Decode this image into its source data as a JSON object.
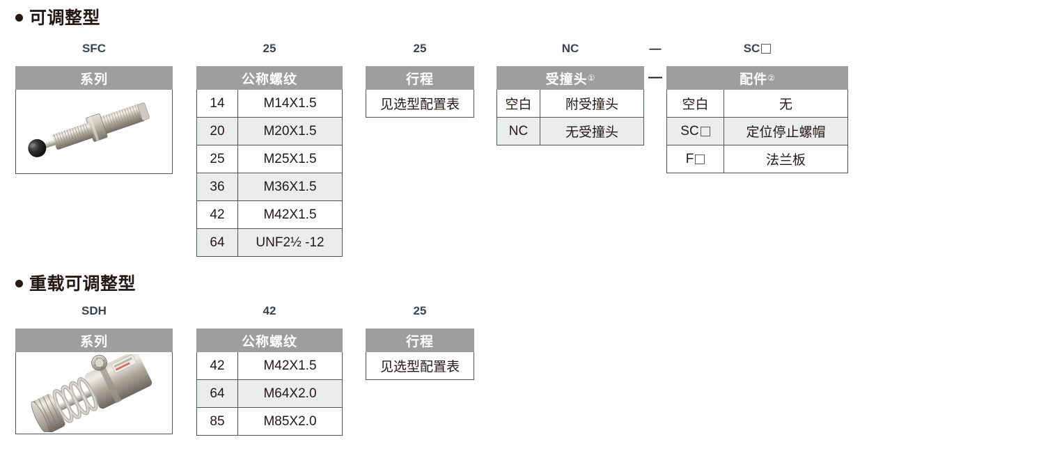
{
  "sections": [
    {
      "heading": "可调整型",
      "code_labels": [
        {
          "text": "SFC"
        },
        {
          "text": "25"
        },
        {
          "text": "25"
        },
        {
          "text": "NC"
        },
        {
          "text": "SC□"
        }
      ],
      "separator": "—",
      "tables": [
        {
          "name": "series",
          "header": "系列",
          "header_note": "",
          "type": "image",
          "image_alt": "可调整型缓冲器产品图"
        },
        {
          "name": "nominal-thread",
          "header": "公称螺纹",
          "header_note": "",
          "type": "kv",
          "rows": [
            {
              "code": "14",
              "value": "M14X1.5"
            },
            {
              "code": "20",
              "value": "M20X1.5"
            },
            {
              "code": "25",
              "value": "M25X1.5"
            },
            {
              "code": "36",
              "value": "M36X1.5"
            },
            {
              "code": "42",
              "value": "M42X1.5"
            },
            {
              "code": "64",
              "value": "UNF2½ -12"
            }
          ]
        },
        {
          "name": "stroke",
          "header": "行程",
          "header_note": "",
          "type": "single",
          "rows": [
            {
              "value": "见选型配置表"
            }
          ]
        },
        {
          "name": "impact-head",
          "header": "受撞头",
          "header_note": "①",
          "type": "kv",
          "rows": [
            {
              "code": "空白",
              "value": "附受撞头"
            },
            {
              "code": "NC",
              "value": "无受撞头"
            }
          ]
        },
        {
          "name": "accessory",
          "header": "配件",
          "header_note": "②",
          "type": "kv",
          "rows": [
            {
              "code": "空白",
              "value": "无"
            },
            {
              "code": "SC□",
              "value": "定位停止螺帽"
            },
            {
              "code": "F□",
              "value": "法兰板"
            }
          ]
        }
      ]
    },
    {
      "heading": "重载可调整型",
      "code_labels": [
        {
          "text": "SDH"
        },
        {
          "text": "42"
        },
        {
          "text": "25"
        }
      ],
      "separator": "",
      "tables": [
        {
          "name": "series",
          "header": "系列",
          "header_note": "",
          "type": "image",
          "image_alt": "重载可调整型缓冲器产品图"
        },
        {
          "name": "nominal-thread",
          "header": "公称螺纹",
          "header_note": "",
          "type": "kv",
          "rows": [
            {
              "code": "42",
              "value": "M42X1.5"
            },
            {
              "code": "64",
              "value": "M64X2.0"
            },
            {
              "code": "85",
              "value": "M85X2.0"
            }
          ]
        },
        {
          "name": "stroke",
          "header": "行程",
          "header_note": "",
          "type": "single",
          "rows": [
            {
              "value": "见选型配置表"
            }
          ]
        }
      ]
    }
  ],
  "colors": {
    "header_bg": "#9e9e9e",
    "header_text": "#ffffff",
    "border": "#4d5358",
    "alt_row": "#ebeded",
    "text": "#231815",
    "code_label": "#3a4452"
  }
}
